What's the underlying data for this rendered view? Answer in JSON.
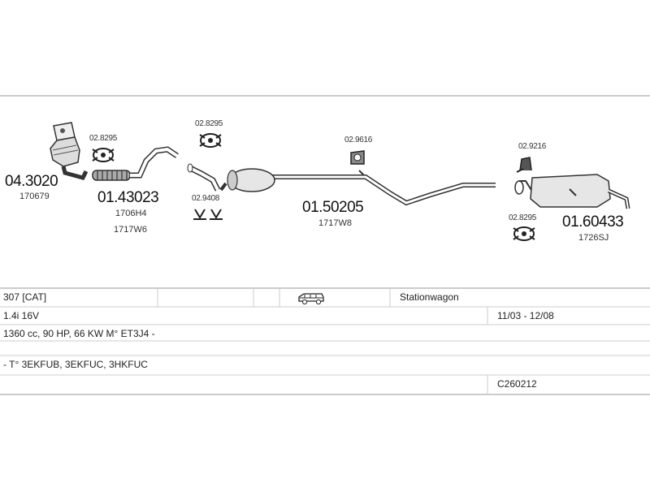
{
  "parts": [
    {
      "id": "cat",
      "number": "04.3020",
      "subcodes": [
        "170679"
      ]
    },
    {
      "id": "front-pipe",
      "number": "01.43023",
      "subcodes": [
        "1706H4",
        "1717W6"
      ]
    },
    {
      "id": "middle-silencer",
      "number": "01.50205",
      "subcodes": [
        "1717W8"
      ]
    },
    {
      "id": "rear-silencer",
      "number": "01.60433",
      "subcodes": [
        "1726SJ"
      ]
    }
  ],
  "accessories": [
    {
      "id": "acc-1",
      "number": "02.8295"
    },
    {
      "id": "acc-2",
      "number": "02.8295"
    },
    {
      "id": "acc-3",
      "number": "02.9408"
    },
    {
      "id": "acc-4",
      "number": "02.9616"
    },
    {
      "id": "acc-5",
      "number": "02.9216"
    },
    {
      "id": "acc-6",
      "number": "02.8295"
    }
  ],
  "table": {
    "model": "307  [CAT]",
    "body_type": "Stationwagon",
    "engine": "1.4i 16V",
    "years": "11/03 - 12/08",
    "specs": "1360 cc, 90 HP, 66 KW M° ET3J4 -",
    "engine_codes": "- T° 3EKFUB, 3EKFUC, 3HKFUC",
    "code": "C260212"
  },
  "icons": {
    "vehicle": "stationwagon-car-icon",
    "clamp": "clamp-icon",
    "hanger": "rubber-hanger-icon"
  }
}
